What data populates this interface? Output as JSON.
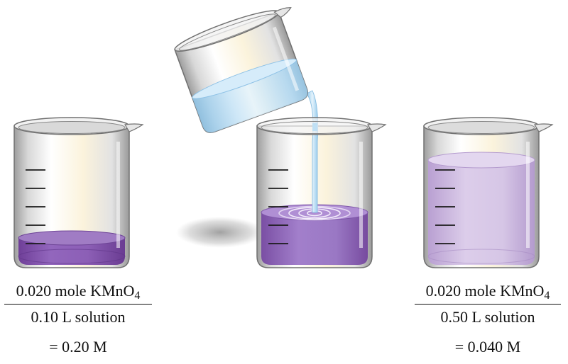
{
  "left_label": {
    "numerator_text": "0.020 mole KMnO",
    "numerator_subscript": "4",
    "denominator": "0.10 L solution",
    "result": "= 0.20 M"
  },
  "right_label": {
    "numerator_text": "0.020 mole KMnO",
    "numerator_subscript": "4",
    "denominator": "0.50 L solution",
    "result": "= 0.040 M"
  },
  "colors": {
    "solution_concentrated": "#8a5cb0",
    "solution_mixing": "#9470c0",
    "solution_dilute": "#cbb6de",
    "water": "#a9d4ef",
    "glass_outline": "#6f6f6f",
    "graduation_marks": "#1a1a1a"
  }
}
